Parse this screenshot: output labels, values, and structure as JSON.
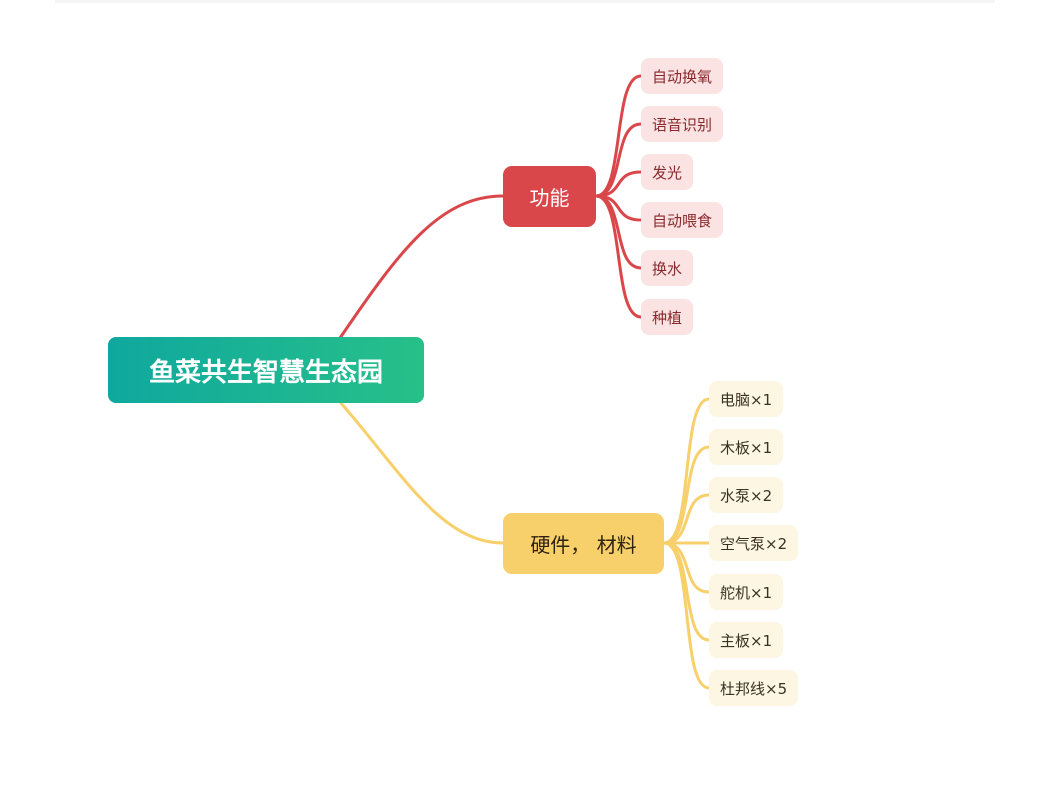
{
  "root": {
    "label": "鱼菜共生智慧生态园"
  },
  "branches": {
    "functions": {
      "label": "功能",
      "color": "#d9474a",
      "leaf_color": "#fbe3e3",
      "items": [
        "自动换氧",
        "语音识别",
        "发光",
        "自动喂食",
        "换水",
        "种植"
      ]
    },
    "hardware": {
      "label": "硬件， 材料",
      "color": "#f8d06b",
      "leaf_color": "#fdf6e3",
      "items": [
        "电脑×1",
        "木板×1",
        "水泵×2",
        "空气泵×2",
        "舵机×1",
        "主板×1",
        "杜邦线×5"
      ]
    }
  },
  "root_gradient": [
    "#0fa89e",
    "#27c089"
  ]
}
